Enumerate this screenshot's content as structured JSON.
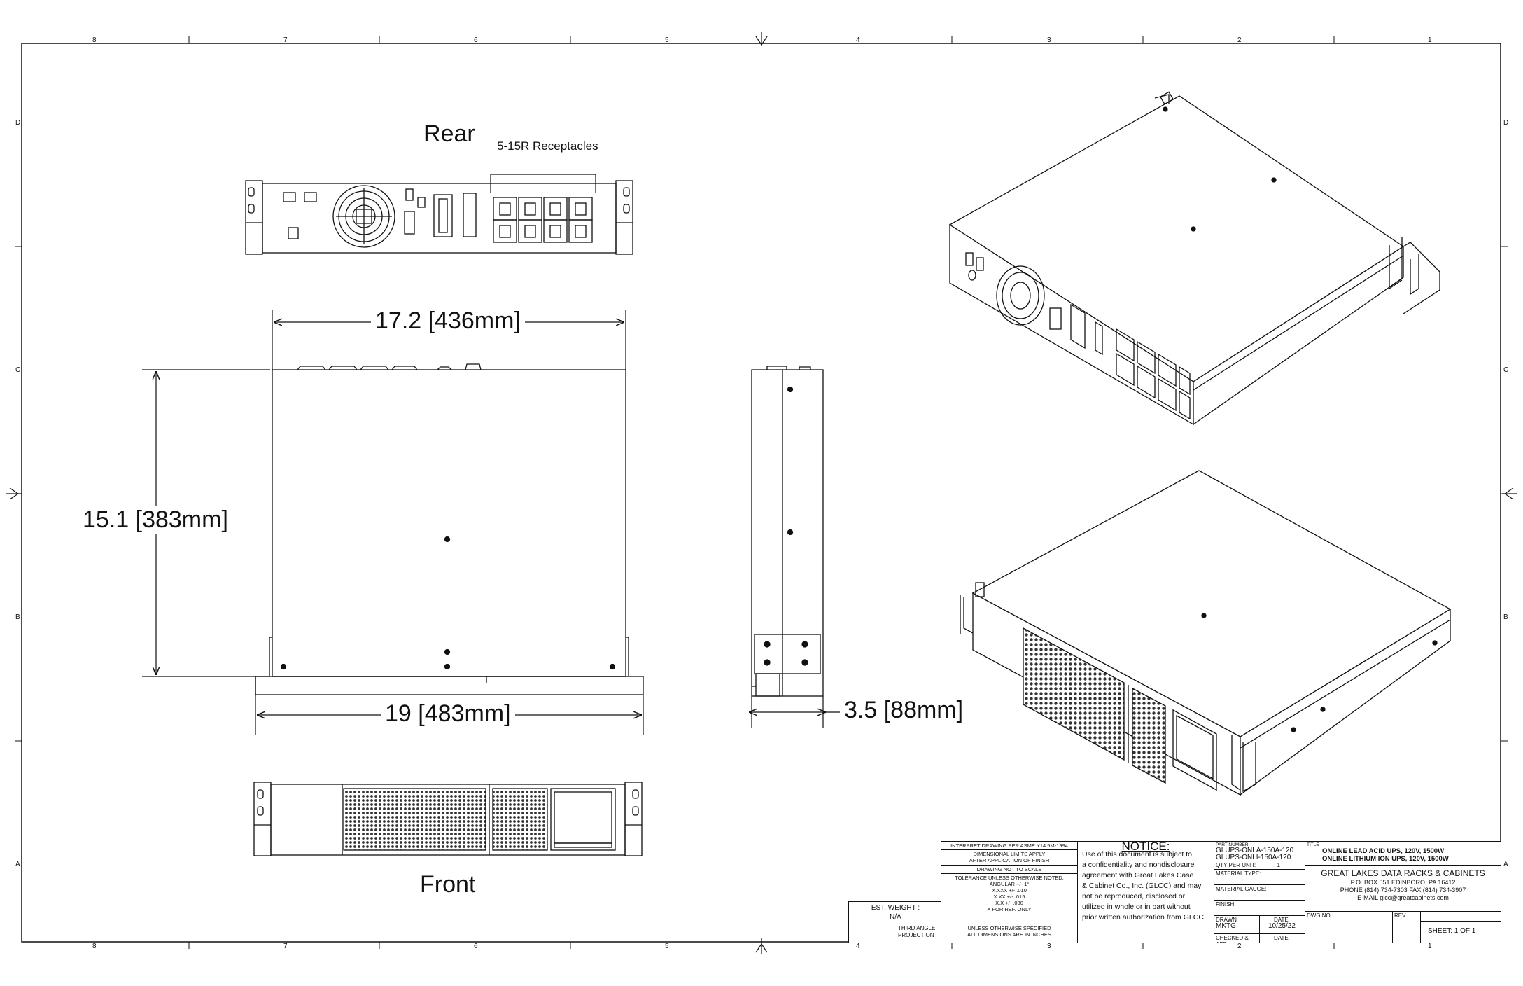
{
  "views": {
    "rear_title": "Rear",
    "front_title": "Front",
    "receptacles_callout": "5-15R Receptacles"
  },
  "dimensions": {
    "width_depth_top": "17.2 [436mm]",
    "depth": "15.1 [383mm]",
    "overall_width": "19 [483mm]",
    "height": "3.5 [88mm]"
  },
  "border": {
    "columns": [
      "8",
      "7",
      "6",
      "5",
      "4",
      "3",
      "2",
      "1"
    ],
    "rows": [
      "D",
      "C",
      "B",
      "A"
    ]
  },
  "weight_box": {
    "label": "EST. WEIGHT :",
    "value": "N/A",
    "projection": [
      "THIRD ANGLE",
      "PROJECTION"
    ]
  },
  "title_block": {
    "interpret": "INTERPRET DRAWING PER ASME Y14.5M-1994",
    "dimensional_limits": [
      "DIMENSIONAL LIMITS APPLY",
      "AFTER APPLICATION OF FINISH"
    ],
    "not_to_scale": "DRAWING NOT TO SCALE",
    "tolerance_title": "TOLERANCE UNLESS OTHERWISE NOTED:",
    "tolerances": [
      "ANGULAR +/- 1°",
      "X.XXX +/- .010",
      "X.XX +/- .015",
      "X.X +/- .030",
      "X FOR REF. ONLY"
    ],
    "unless": [
      "UNLESS OTHERWISE SPECIFIED",
      "ALL DIMENSIONS ARE IN INCHES"
    ],
    "notice_title": "NOTICE:",
    "notice_lines": [
      "Use of this document is subject to",
      "a confidentiality and nondisclosure",
      "agreement with Great Lakes Case",
      "& Cabinet Co., Inc. (GLCC) and may",
      "not be reproduced, disclosed or",
      "utilized in whole or in part without",
      "prior written authorization from GLCC."
    ],
    "part_number_label": "PART NUMBER",
    "part_numbers": [
      "GLUPS-ONLA-150A-120",
      "GLUPS-ONLI-150A-120"
    ],
    "qty_label": "QTY PER UNIT:",
    "qty_value": "1",
    "material_type": "MATERIAL TYPE:",
    "material_gauge": "MATERIAL GAUGE:",
    "finish": "FINISH:",
    "drawn_label": "DRAWN",
    "drawn_value": "MKTG",
    "date_label": "DATE",
    "date_value": "10/25/22",
    "checked_label": "CHECKED & APP.",
    "title_label": "TITLE",
    "title_lines": [
      "ONLINE LEAD ACID UPS, 120V, 1500W",
      "ONLINE LITHIUM ION UPS, 120V, 1500W"
    ],
    "company": "GREAT LAKES DATA RACKS & CABINETS",
    "address": "P.O. BOX 551 EDINBORO, PA 16412",
    "phone": "PHONE (814) 734-7303 FAX (814) 734-3907",
    "email": "E-MAIL glcc@greatcabinets.com",
    "dwg_no_label": "DWG NO.",
    "rev_label": "REV",
    "sheet": "SHEET:  1  OF  1"
  }
}
